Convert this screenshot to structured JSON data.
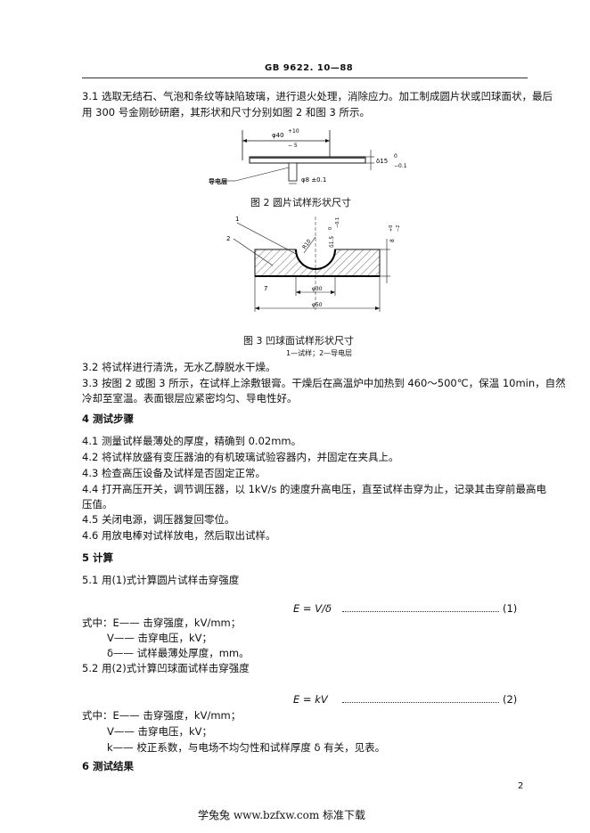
{
  "header": {
    "standard": "GB 9622. 10—88"
  },
  "s31": {
    "line1": "3.1   选取无结石、气泡和条纹等缺陷玻璃，进行退火处理，消除应力。加工制成圆片状或凹球面状，最后",
    "line2": "用 300 号金刚砂研磨，其形状和尺寸分别如图 2 和图 3 所示。"
  },
  "fig2": {
    "caption": "图 2   圆片试样形状尺寸",
    "dim_top": "φ40",
    "dim_top_tol": "+10",
    "dim_top_tol2": "− 5",
    "thickness": "δ15",
    "thickness_tol_up": "0",
    "thickness_tol_dn": "−0.1",
    "electrode": "φ8 ±0.1",
    "label_side": "导电层"
  },
  "fig3": {
    "caption": "图 3   凹球面试样形状尺寸",
    "legend": "1—试样；2—导电层",
    "n1": "1",
    "n2": "2",
    "radius": "R10",
    "depth": "δ1.5",
    "depth_tol_up": "0",
    "depth_tol_dn": "−0.1",
    "height": "8",
    "height_tol_up": "+0",
    "height_tol_dn": "−2",
    "d30": "φ30",
    "d50": "φ50",
    "n7": "7"
  },
  "s32": "3.2   将试样进行清洗，无水乙醇脱水干燥。",
  "s33": {
    "line1": "3.3   按图 2 或图 3 所示，在试样上涂敷银膏。干燥后在高温炉中加热到 460～500℃，保温 10min，自然",
    "line2": "冷却至室温。表面银层应紧密均匀、导电性好。"
  },
  "sec4": {
    "title": "4   测试步骤",
    "items": [
      "4.1   测量试样最薄处的厚度，精确到 0.02mm。",
      "4.2   将试样放盛有变压器油的有机玻璃试验容器内，并固定在夹具上。",
      "4.3   检查高压设备及试样是否固定正常。",
      "4.4   打开高压开关，调节调压器，以 1kV/s 的速度升高电压，直至试样击穿为止，记录其击穿前最高电",
      "压值。",
      "4.5   关闭电源，调压器复回零位。",
      "4.6   用放电棒对试样放电，然后取出试样。"
    ]
  },
  "sec5": {
    "title": "5   计算",
    "s51": "5.1   用(1)式计算圆片试样击穿强度",
    "eq1": "E = V/δ",
    "eq1_num": "(1)",
    "where1": [
      "式中：E—— 击穿强度，kV/mm；",
      "V—— 击穿电压，kV；",
      "δ—— 试样最薄处厚度，mm。"
    ],
    "s52": "5.2   用(2)式计算凹球面试样击穿强度",
    "eq2": "E = kV",
    "eq2_num": "(2)",
    "where2": [
      "式中：E—— 击穿强度，kV/mm；",
      "V—— 击穿电压，kV；",
      "k—— 校正系数，与电场不均匀性和试样厚度 δ 有关，见表。"
    ]
  },
  "sec6": {
    "title": "6   测试结果"
  },
  "footer": {
    "page": "2",
    "watermark": "学兔兔   www.bzfxw.com   标准下载"
  }
}
